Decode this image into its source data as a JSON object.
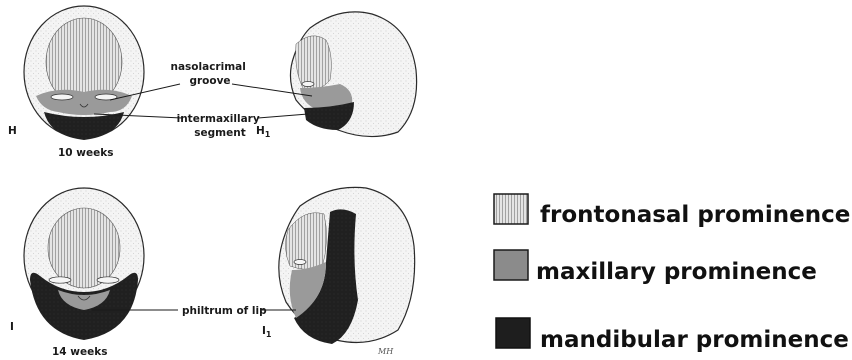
{
  "colors": {
    "frontonasal": "#c9c9c9",
    "maxillary": "#8b8b8b",
    "mandibular": "#1e1e1e",
    "skin": "#f2f2f2",
    "outline": "#2a2a2a"
  },
  "panels": {
    "h": {
      "letter": "H",
      "age": "10 weeks"
    },
    "h1": {
      "letter": "H",
      "subscript": "1"
    },
    "i": {
      "letter": "I",
      "age": "14 weeks"
    },
    "i1": {
      "letter": "I",
      "subscript": "1"
    }
  },
  "annotations": {
    "nasolacrimal_line1": "nasolacrimal",
    "nasolacrimal_line2": "groove",
    "intermaxillary_line1": "intermaxillary",
    "intermaxillary_line2": "segment",
    "philtrum": "philtrum of lip"
  },
  "legend": {
    "items": [
      {
        "label": "frontonasal prominence",
        "pattern": "vertical-hatch"
      },
      {
        "label": "maxillary prominence",
        "pattern": "medium-gray"
      },
      {
        "label": "mandibular prominence",
        "pattern": "dark"
      }
    ]
  },
  "signature": "MH"
}
